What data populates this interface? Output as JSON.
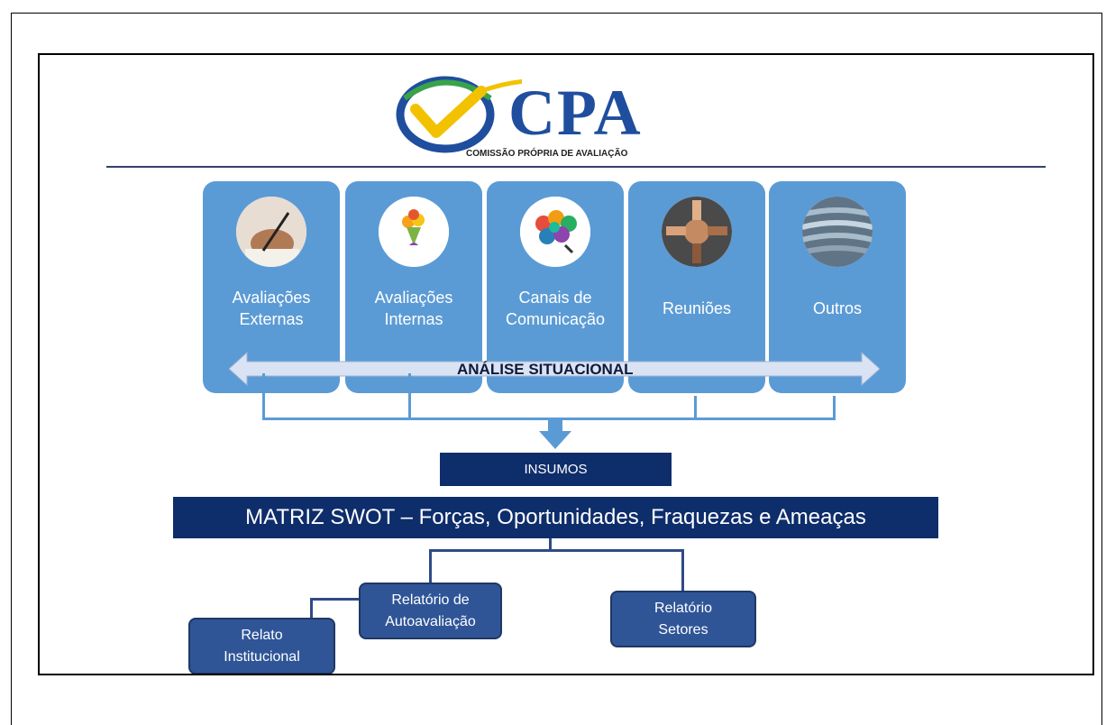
{
  "logo": {
    "word": "CPA",
    "subtitle": "COMISSÃO PRÓPRIA DE AVALIAÇÃO",
    "colors": {
      "blue": "#1f4e9e",
      "green": "#3aa34a",
      "yellow": "#f2c200"
    }
  },
  "cards": [
    {
      "line1": "Avaliações",
      "line2": "Externas",
      "icon": "writing-hand-photo"
    },
    {
      "line1": "Avaliações",
      "line2": "Internas",
      "icon": "ice-cream-cone-icon"
    },
    {
      "line1": "Canais de",
      "line2": "Comunicação",
      "icon": "colorful-brain-icon"
    },
    {
      "line1": "Reuniões",
      "line2": "",
      "icon": "team-hands-photo"
    },
    {
      "line1": "Outros",
      "line2": "",
      "icon": "paper-stack-photo"
    }
  ],
  "arrow_label": "ANÁLISE SITUACIONAL",
  "insumos": "INSUMOS",
  "swot": "MATRIZ SWOT – Forças, Oportunidades, Fraquezas e Ameaças",
  "reports": [
    {
      "line1": "Relatório de",
      "line2": "Autoavaliação"
    },
    {
      "line1": "Relatório",
      "line2": "Setores"
    },
    {
      "line1": "Relato",
      "line2": "Institucional"
    }
  ],
  "colors": {
    "card": "#5b9bd5",
    "dark_box": "#0e2d6b",
    "report_box": "#2f5597"
  }
}
